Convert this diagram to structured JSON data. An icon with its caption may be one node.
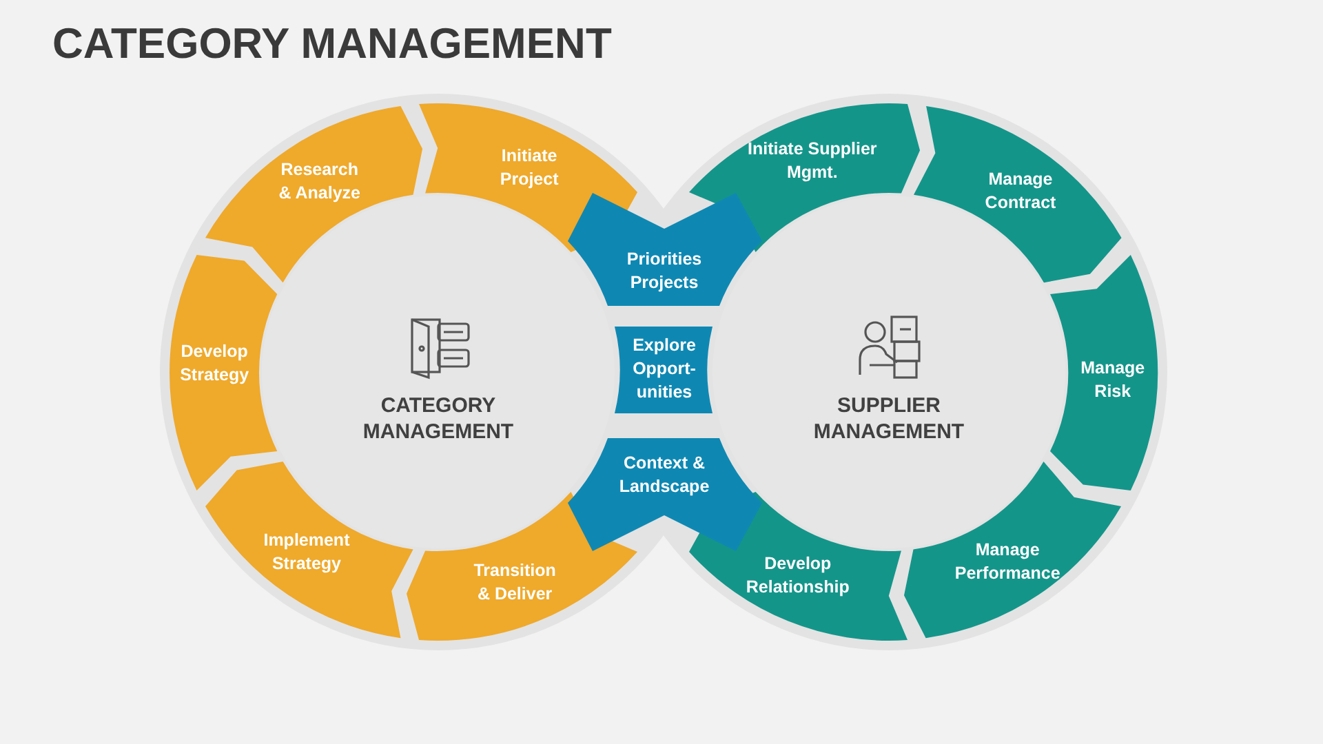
{
  "diagram": {
    "title": "CATEGORY MANAGEMENT",
    "nodes": [
      {
        "text": [
          "CATEGORY MANAGEMENT"
        ]
      },
      {
        "text": [
          "Initiate Project"
        ]
      },
      {
        "text": [
          "Research & Analyze"
        ]
      },
      {
        "text": [
          "Develop Strategy"
        ]
      },
      {
        "text": [
          "Implement Strategy"
        ]
      },
      {
        "text": [
          "Transition & Deliver"
        ]
      },
      {
        "text": [
          "Priorities Projects"
        ]
      },
      {
        "text": [
          "Explore Opport- unities"
        ]
      },
      {
        "text": [
          "Context & Landscape"
        ]
      },
      {
        "text": [
          "SUPPLIER MANAGEMENT"
        ]
      },
      {
        "text": [
          "Initiate Supplier Mgmt."
        ]
      },
      {
        "text": [
          "Manage Contract"
        ]
      },
      {
        "text": [
          "Manage Risk"
        ]
      },
      {
        "text": [
          "Manage Performance"
        ]
      },
      {
        "text": [
          "Develop Relationship"
        ]
      }
    ]
  }
}
